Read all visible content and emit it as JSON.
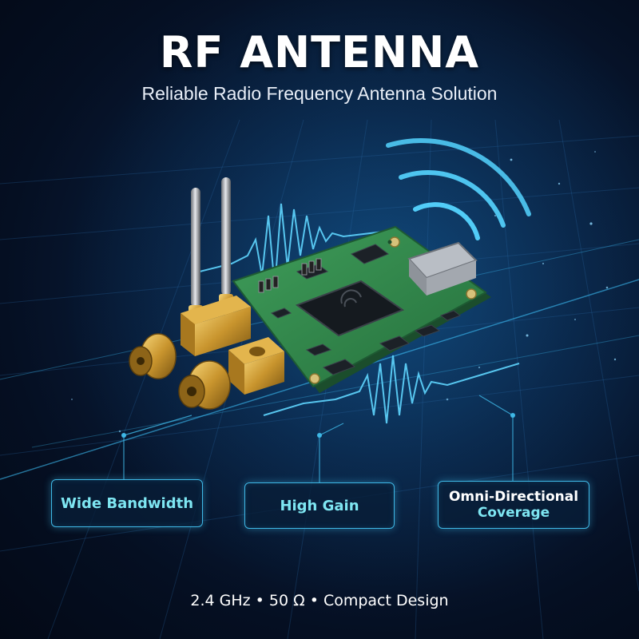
{
  "header": {
    "title": "RF ANTENNA",
    "subtitle": "Reliable Radio Frequency Antenna Solution"
  },
  "features": [
    {
      "label": "Wide Bandwidth"
    },
    {
      "label": "High Gain"
    },
    {
      "label_line1": "Omni-Directional",
      "label_line2": "Coverage"
    }
  ],
  "footer": {
    "specs": "2.4 GHz • 50 Ω • Compact Design"
  },
  "colors": {
    "accent": "#3fb8e6",
    "feature_text": "#7ee6f2",
    "pcb": "#2f8a4c",
    "background": "#050d1c"
  },
  "icons": [
    "radio-wave-icon",
    "antenna-connector-icon",
    "chip-icon"
  ]
}
